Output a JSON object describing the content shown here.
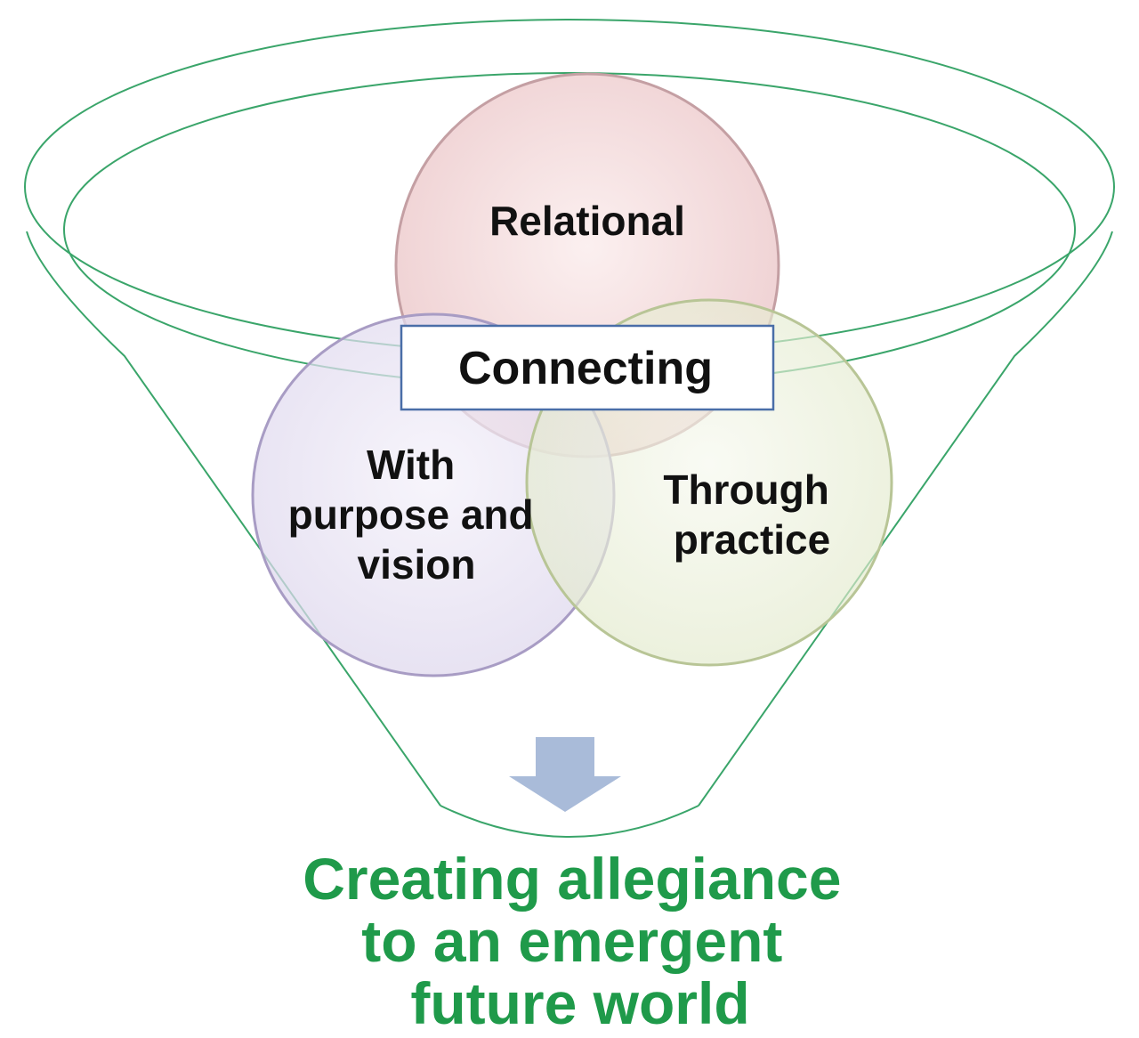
{
  "diagram": {
    "circles": [
      {
        "id": "relational",
        "lines": [
          "Relational"
        ],
        "color": "#e8b4b8"
      },
      {
        "id": "purpose-vision",
        "lines": [
          "With",
          "purpose and",
          "vision"
        ],
        "color": "#c9bfe0"
      },
      {
        "id": "practice",
        "lines": [
          "Through",
          "practice"
        ],
        "color": "#d6e3b8"
      }
    ],
    "center_label": "Connecting",
    "outcome_lines": [
      "Creating allegiance",
      "to an emergent",
      "future world"
    ],
    "colors": {
      "funnel_stroke": "#3aa56a",
      "outcome_text": "#1f9a4a",
      "arrow_fill": "#a9bbd9",
      "center_box_stroke": "#4a6ea8"
    }
  }
}
